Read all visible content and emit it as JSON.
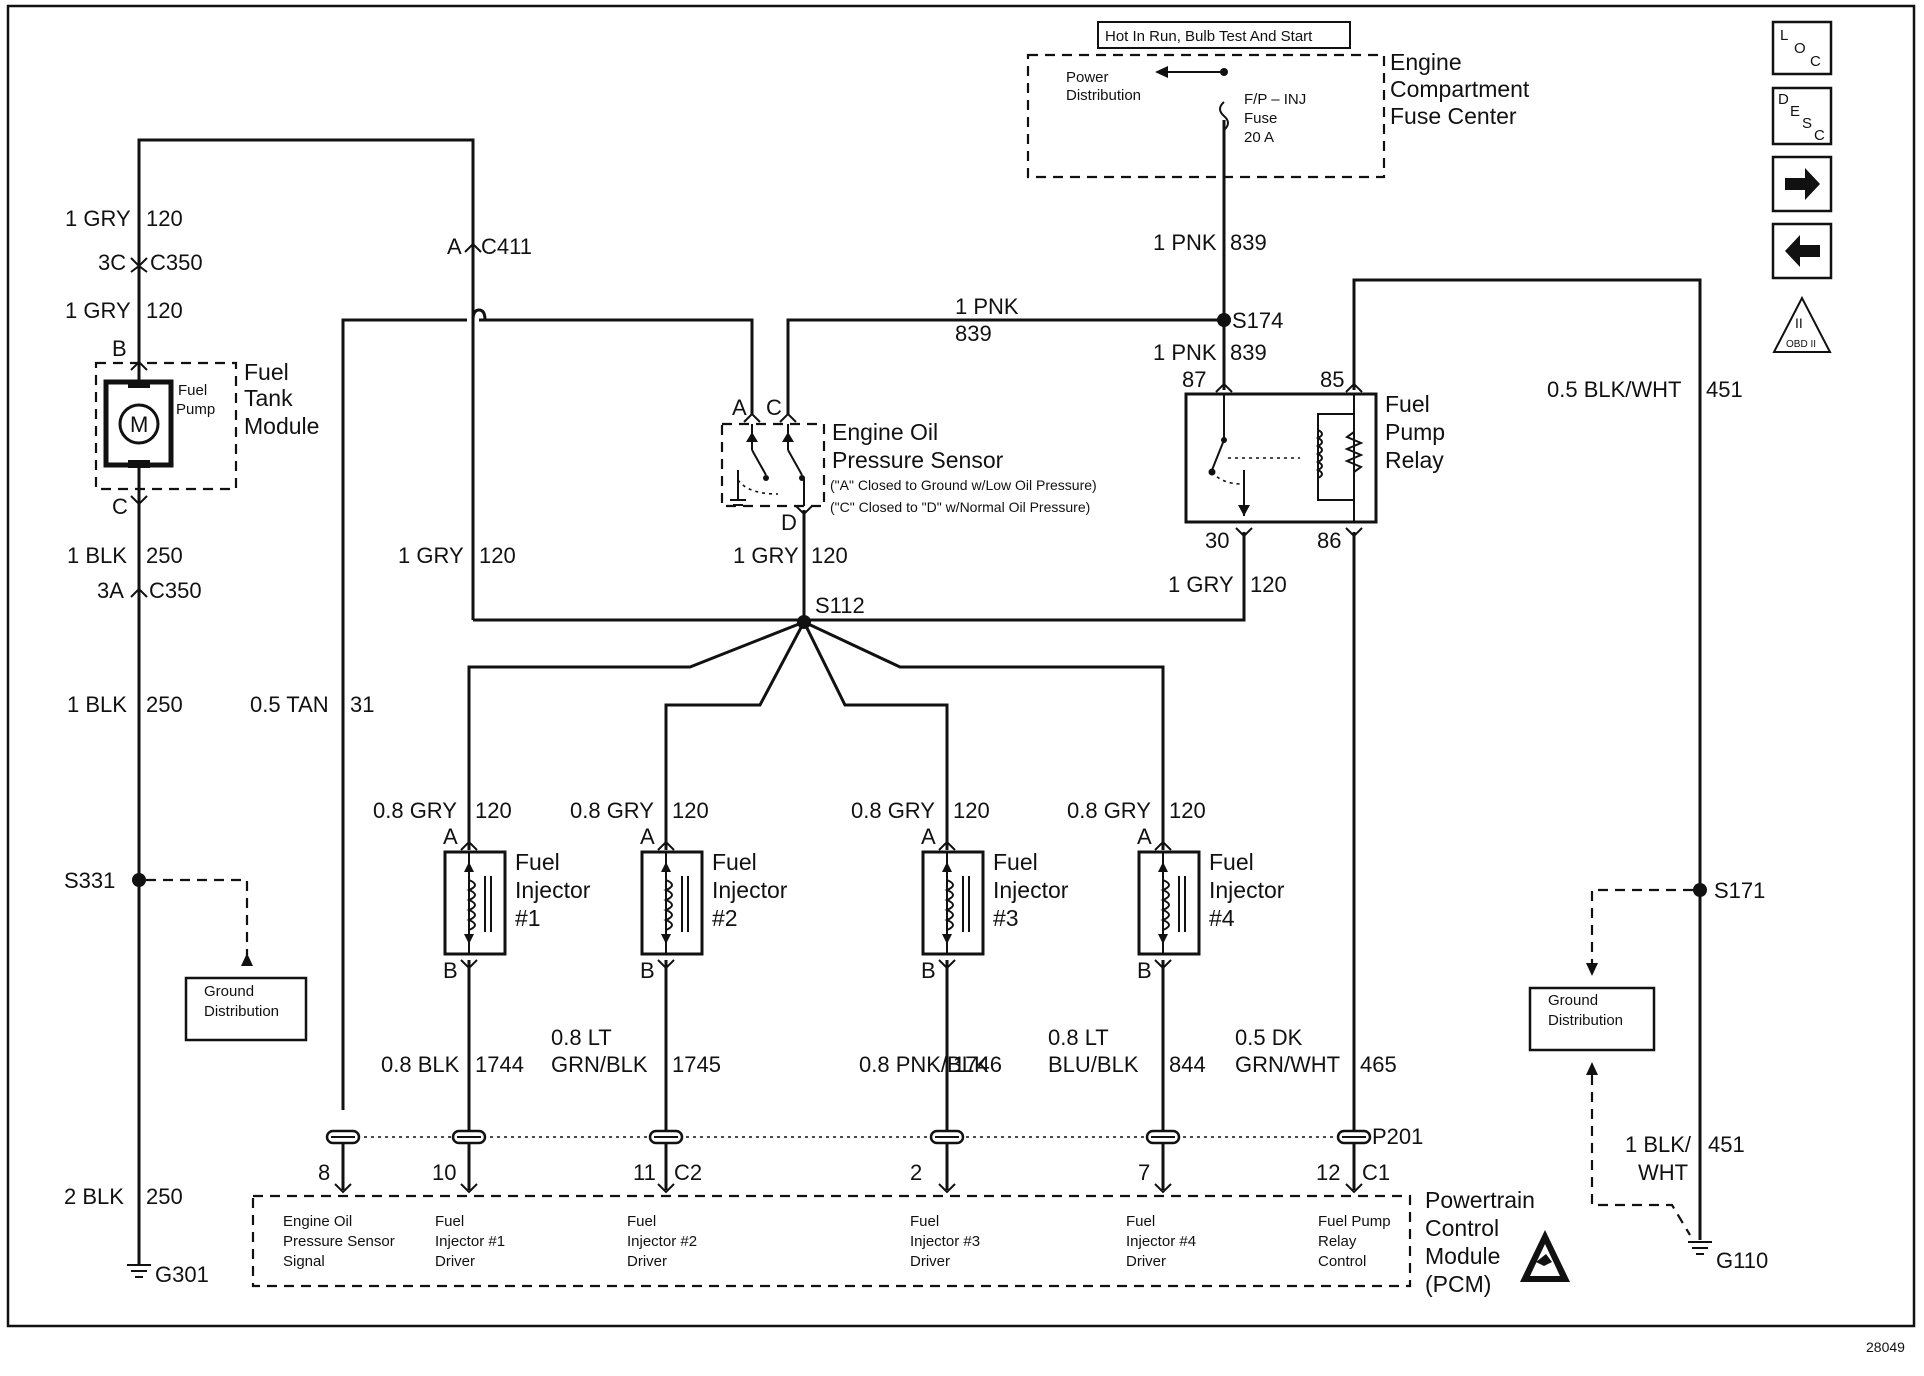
{
  "header": {
    "hot_in_run": "Hot In Run, Bulb Test And Start"
  },
  "fuse_center": {
    "power_distribution": [
      "Power",
      "Distribution"
    ],
    "fuse": [
      "F/P – INJ",
      "Fuse",
      "20 A"
    ],
    "title": [
      "Engine",
      "Compartment",
      "Fuse Center"
    ]
  },
  "nav_icons": {
    "loc": [
      "L",
      "O",
      "C"
    ],
    "desc": [
      "D",
      "E",
      "S",
      "C"
    ],
    "obd": [
      "II",
      "OBD II"
    ]
  },
  "wires": {
    "left_gry_top": [
      "1 GRY",
      "120"
    ],
    "c350_3c": [
      "3C",
      "C350"
    ],
    "left_gry_mid": [
      "1 GRY",
      "120"
    ],
    "c411": [
      "A",
      "C411"
    ],
    "pnk_fuse": [
      "1 PNK",
      "839"
    ],
    "pnk_h": [
      "1 PNK",
      "839"
    ],
    "s174": "S174",
    "pnk_relay": [
      "1 PNK",
      "839"
    ],
    "blk_wht_451": [
      "0.5 BLK/WHT",
      "451"
    ],
    "left_blk_1": [
      "1 BLK",
      "250"
    ],
    "c350_3a": [
      "3A",
      "C350"
    ],
    "left_blk_2": [
      "1 BLK",
      "250"
    ],
    "gry_left_mid": [
      "1 GRY",
      "120"
    ],
    "gry_sensor": [
      "1 GRY",
      "120"
    ],
    "gry_relay": [
      "1 GRY",
      "120"
    ],
    "s112": "S112",
    "tan_31": [
      "0.5 TAN",
      "31"
    ],
    "s331": "S331",
    "s171": "S171",
    "left_blk_3": [
      "2 BLK",
      "250"
    ],
    "g301": "G301",
    "g110": "G110",
    "blk_wht_low": [
      "1 BLK/",
      "WHT",
      "451"
    ],
    "p201": "P201"
  },
  "fuel_tank": {
    "pin_b": "B",
    "pin_c": "C",
    "motor": "M",
    "small": [
      "Fuel",
      "Pump"
    ],
    "title": [
      "Fuel",
      "Tank",
      "Module"
    ]
  },
  "oil_sensor": {
    "pins": [
      "A",
      "C",
      "D"
    ],
    "title": [
      "Engine Oil",
      "Pressure Sensor"
    ],
    "notes": [
      "(\"A\" Closed to Ground w/Low Oil Pressure)",
      "(\"C\" Closed to \"D\" w/Normal Oil Pressure)"
    ]
  },
  "relay": {
    "pins": [
      "87",
      "85",
      "30",
      "86"
    ],
    "title": [
      "Fuel",
      "Pump",
      "Relay"
    ]
  },
  "injectors": [
    {
      "wire_top": [
        "0.8 GRY",
        "120"
      ],
      "pin_a": "A",
      "pin_b": "B",
      "title": [
        "Fuel",
        "Injector",
        "#1"
      ],
      "wire_bot": [
        "0.8 BLK",
        "1744"
      ]
    },
    {
      "wire_top": [
        "0.8 GRY",
        "120"
      ],
      "pin_a": "A",
      "pin_b": "B",
      "title": [
        "Fuel",
        "Injector",
        "#2"
      ],
      "wire_bot": [
        "0.8 LT",
        "GRN/BLK",
        "1745"
      ]
    },
    {
      "wire_top": [
        "0.8 GRY",
        "120"
      ],
      "pin_a": "A",
      "pin_b": "B",
      "title": [
        "Fuel",
        "Injector",
        "#3"
      ],
      "wire_bot": [
        "0.8 PNK/BLK",
        "1746"
      ]
    },
    {
      "wire_top": [
        "0.8 GRY",
        "120"
      ],
      "pin_a": "A",
      "pin_b": "B",
      "title": [
        "Fuel",
        "Injector",
        "#4"
      ],
      "wire_bot": [
        "0.8 LT",
        "BLU/BLK",
        "844"
      ]
    }
  ],
  "relay_control_wire": [
    "0.5 DK",
    "GRN/WHT",
    "465"
  ],
  "ground_distribution": [
    "Ground",
    "Distribution"
  ],
  "pcm": {
    "pins": [
      "8",
      "10",
      "11",
      "C2",
      "2",
      "7",
      "12",
      "C1"
    ],
    "signals": [
      [
        "Engine Oil",
        "Pressure Sensor",
        "Signal"
      ],
      [
        "Fuel",
        "Injector #1",
        "Driver"
      ],
      [
        "Fuel",
        "Injector #2",
        "Driver"
      ],
      [
        "Fuel",
        "Injector #3",
        "Driver"
      ],
      [
        "Fuel",
        "Injector #4",
        "Driver"
      ],
      [
        "Fuel Pump",
        "Relay",
        "Control"
      ]
    ],
    "title": [
      "Powertrain",
      "Control",
      "Module",
      "(PCM)"
    ]
  },
  "figure_id": "28049"
}
